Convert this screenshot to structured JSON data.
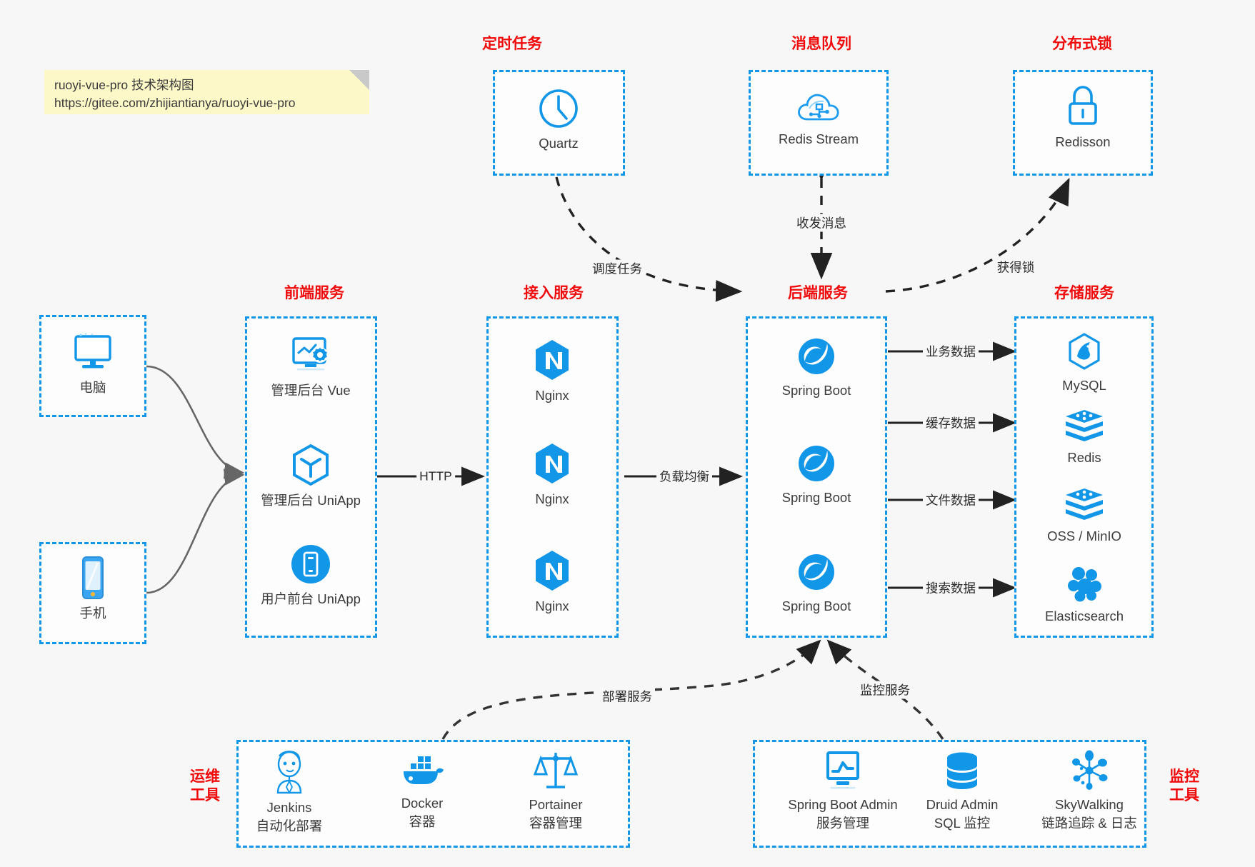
{
  "note": {
    "line1": "ruoyi-vue-pro 技术架构图",
    "line2": "https://gitee.com/zhijiantianya/ruoyi-vue-pro"
  },
  "colors": {
    "accent_blue": "#1296e8",
    "group_label_red": "#ef0b0b",
    "background": "#f7f7f7",
    "note_yellow": "#fcf8c8",
    "wire_gray": "#666666",
    "wire_black": "#222222"
  },
  "groups": {
    "scheduler": {
      "label": "定时任务"
    },
    "mq": {
      "label": "消息队列"
    },
    "lock": {
      "label": "分布式锁"
    },
    "frontend": {
      "label": "前端服务"
    },
    "gateway": {
      "label": "接入服务"
    },
    "backend": {
      "label": "后端服务"
    },
    "storage": {
      "label": "存储服务"
    },
    "devops": {
      "label": "运维\n工具",
      "label_l1": "运维",
      "label_l2": "工具"
    },
    "monitor": {
      "label": "监控\n工具",
      "label_l1": "监控",
      "label_l2": "工具"
    }
  },
  "clients": [
    {
      "icon": "desktop-computer-icon",
      "label": "电脑"
    },
    {
      "icon": "mobile-phone-icon",
      "label": "手机"
    }
  ],
  "scheduler_nodes": [
    {
      "icon": "clock-icon",
      "label": "Quartz"
    }
  ],
  "mq_nodes": [
    {
      "icon": "cloud-network-icon",
      "label": "Redis Stream"
    }
  ],
  "lock_nodes": [
    {
      "icon": "padlock-icon",
      "label": "Redisson"
    }
  ],
  "frontend_nodes": [
    {
      "icon": "monitor-gear-icon",
      "label": "管理后台 Vue"
    },
    {
      "icon": "hexagon-cube-icon",
      "label": "管理后台 UniApp"
    },
    {
      "icon": "phone-circle-icon",
      "label": "用户前台 UniApp"
    }
  ],
  "gateway_nodes": [
    {
      "icon": "nginx-icon",
      "label": "Nginx"
    },
    {
      "icon": "nginx-icon",
      "label": "Nginx"
    },
    {
      "icon": "nginx-icon",
      "label": "Nginx"
    }
  ],
  "backend_nodes": [
    {
      "icon": "spring-leaf-icon",
      "label": "Spring Boot"
    },
    {
      "icon": "spring-leaf-icon",
      "label": "Spring Boot"
    },
    {
      "icon": "spring-leaf-icon",
      "label": "Spring Boot"
    }
  ],
  "storage_nodes": [
    {
      "icon": "mysql-dolphin-icon",
      "label": "MySQL"
    },
    {
      "icon": "redis-stack-icon",
      "label": "Redis"
    },
    {
      "icon": "redis-stack-icon",
      "label": "OSS / MinIO"
    },
    {
      "icon": "elasticsearch-icon",
      "label": "Elasticsearch"
    }
  ],
  "devops_nodes": [
    {
      "icon": "jenkins-butler-icon",
      "label": "Jenkins",
      "sub": "自动化部署"
    },
    {
      "icon": "docker-whale-icon",
      "label": "Docker",
      "sub": "容器"
    },
    {
      "icon": "scales-balance-icon",
      "label": "Portainer",
      "sub": "容器管理"
    }
  ],
  "monitor_nodes": [
    {
      "icon": "monitor-chart-icon",
      "label": "Spring Boot Admin",
      "sub": "服务管理"
    },
    {
      "icon": "database-stack-icon",
      "label": "Druid Admin",
      "sub": "SQL 监控"
    },
    {
      "icon": "skywalking-node-icon",
      "label": "SkyWalking",
      "sub": "链路追踪 & 日志"
    }
  ],
  "edges": [
    {
      "id": "http",
      "label": "HTTP"
    },
    {
      "id": "load-balance",
      "label": "负载均衡"
    },
    {
      "id": "schedule-task",
      "label": "调度任务"
    },
    {
      "id": "send-receive-msg",
      "label": "收发消息"
    },
    {
      "id": "acquire-lock",
      "label": "获得锁"
    },
    {
      "id": "business-data",
      "label": "业务数据"
    },
    {
      "id": "cache-data",
      "label": "缓存数据"
    },
    {
      "id": "file-data",
      "label": "文件数据"
    },
    {
      "id": "search-data",
      "label": "搜索数据"
    },
    {
      "id": "deploy-service",
      "label": "部署服务"
    },
    {
      "id": "monitor-service",
      "label": "监控服务"
    }
  ]
}
